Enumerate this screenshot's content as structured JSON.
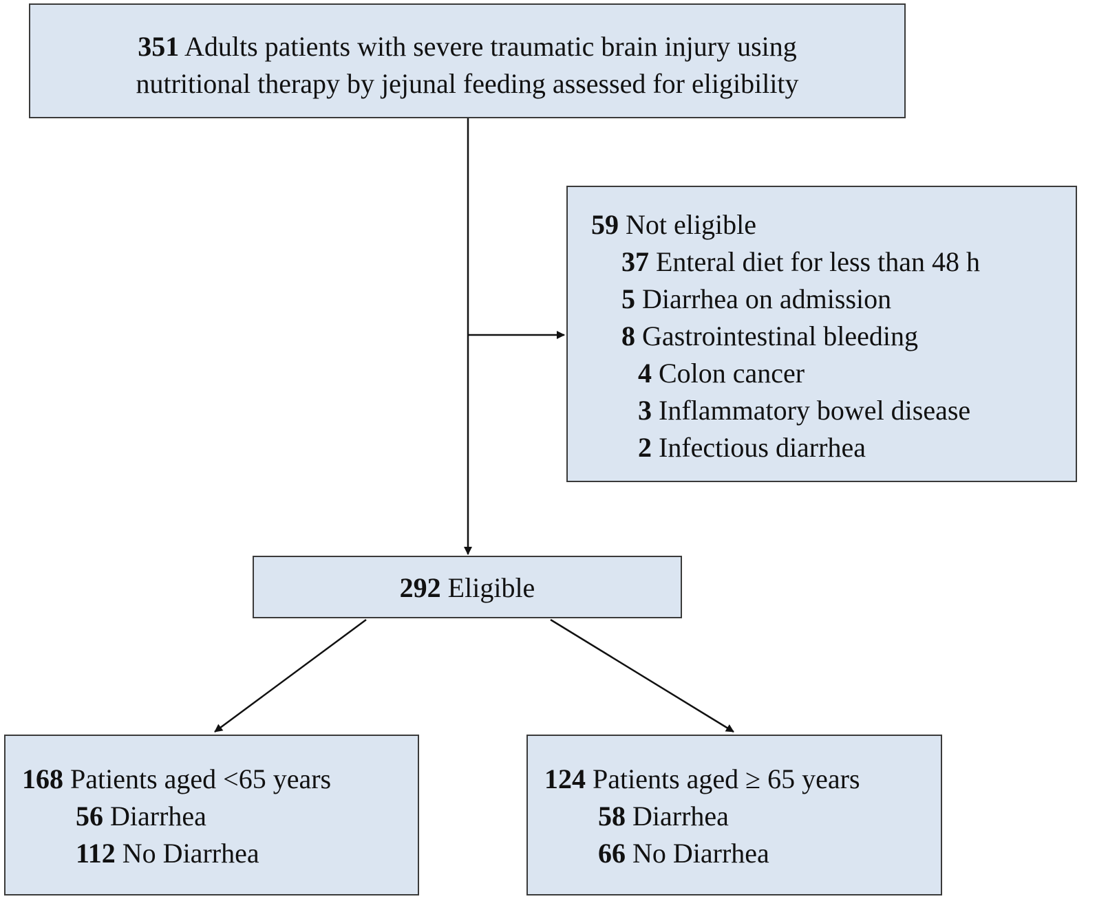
{
  "assessed": {
    "count": "351",
    "line1": "Adults patients with severe traumatic brain injury using",
    "line2": "nutritional therapy by jejunal feeding assessed for eligibility"
  },
  "excluded": {
    "count": "59",
    "label": "Not eligible",
    "reasons": [
      {
        "count": "37",
        "label": "Enteral diet for less than 48 h"
      },
      {
        "count": "5",
        "label": "Diarrhea on admission"
      },
      {
        "count": "8",
        "label": "Gastrointestinal bleeding"
      }
    ],
    "subreasons": [
      {
        "count": "4",
        "label": "Colon cancer"
      },
      {
        "count": "3",
        "label": "Inflammatory bowel disease"
      },
      {
        "count": "2",
        "label": "Infectious diarrhea"
      }
    ]
  },
  "eligible": {
    "count": "292",
    "label": "Eligible"
  },
  "groups": [
    {
      "count": "168",
      "label": "Patients aged <65 years",
      "diarrhea": {
        "count": "56",
        "label": "Diarrhea"
      },
      "no_diarrhea": {
        "count": "112",
        "label": "No Diarrhea"
      }
    },
    {
      "count": "124",
      "label": "Patients aged ≥ 65 years",
      "diarrhea": {
        "count": "58",
        "label": "Diarrhea"
      },
      "no_diarrhea": {
        "count": "66",
        "label": "No Diarrhea"
      }
    }
  ],
  "colors": {
    "box_fill": "#dbe5f1",
    "box_border": "#3a3a3a",
    "arrow": "#111111"
  }
}
